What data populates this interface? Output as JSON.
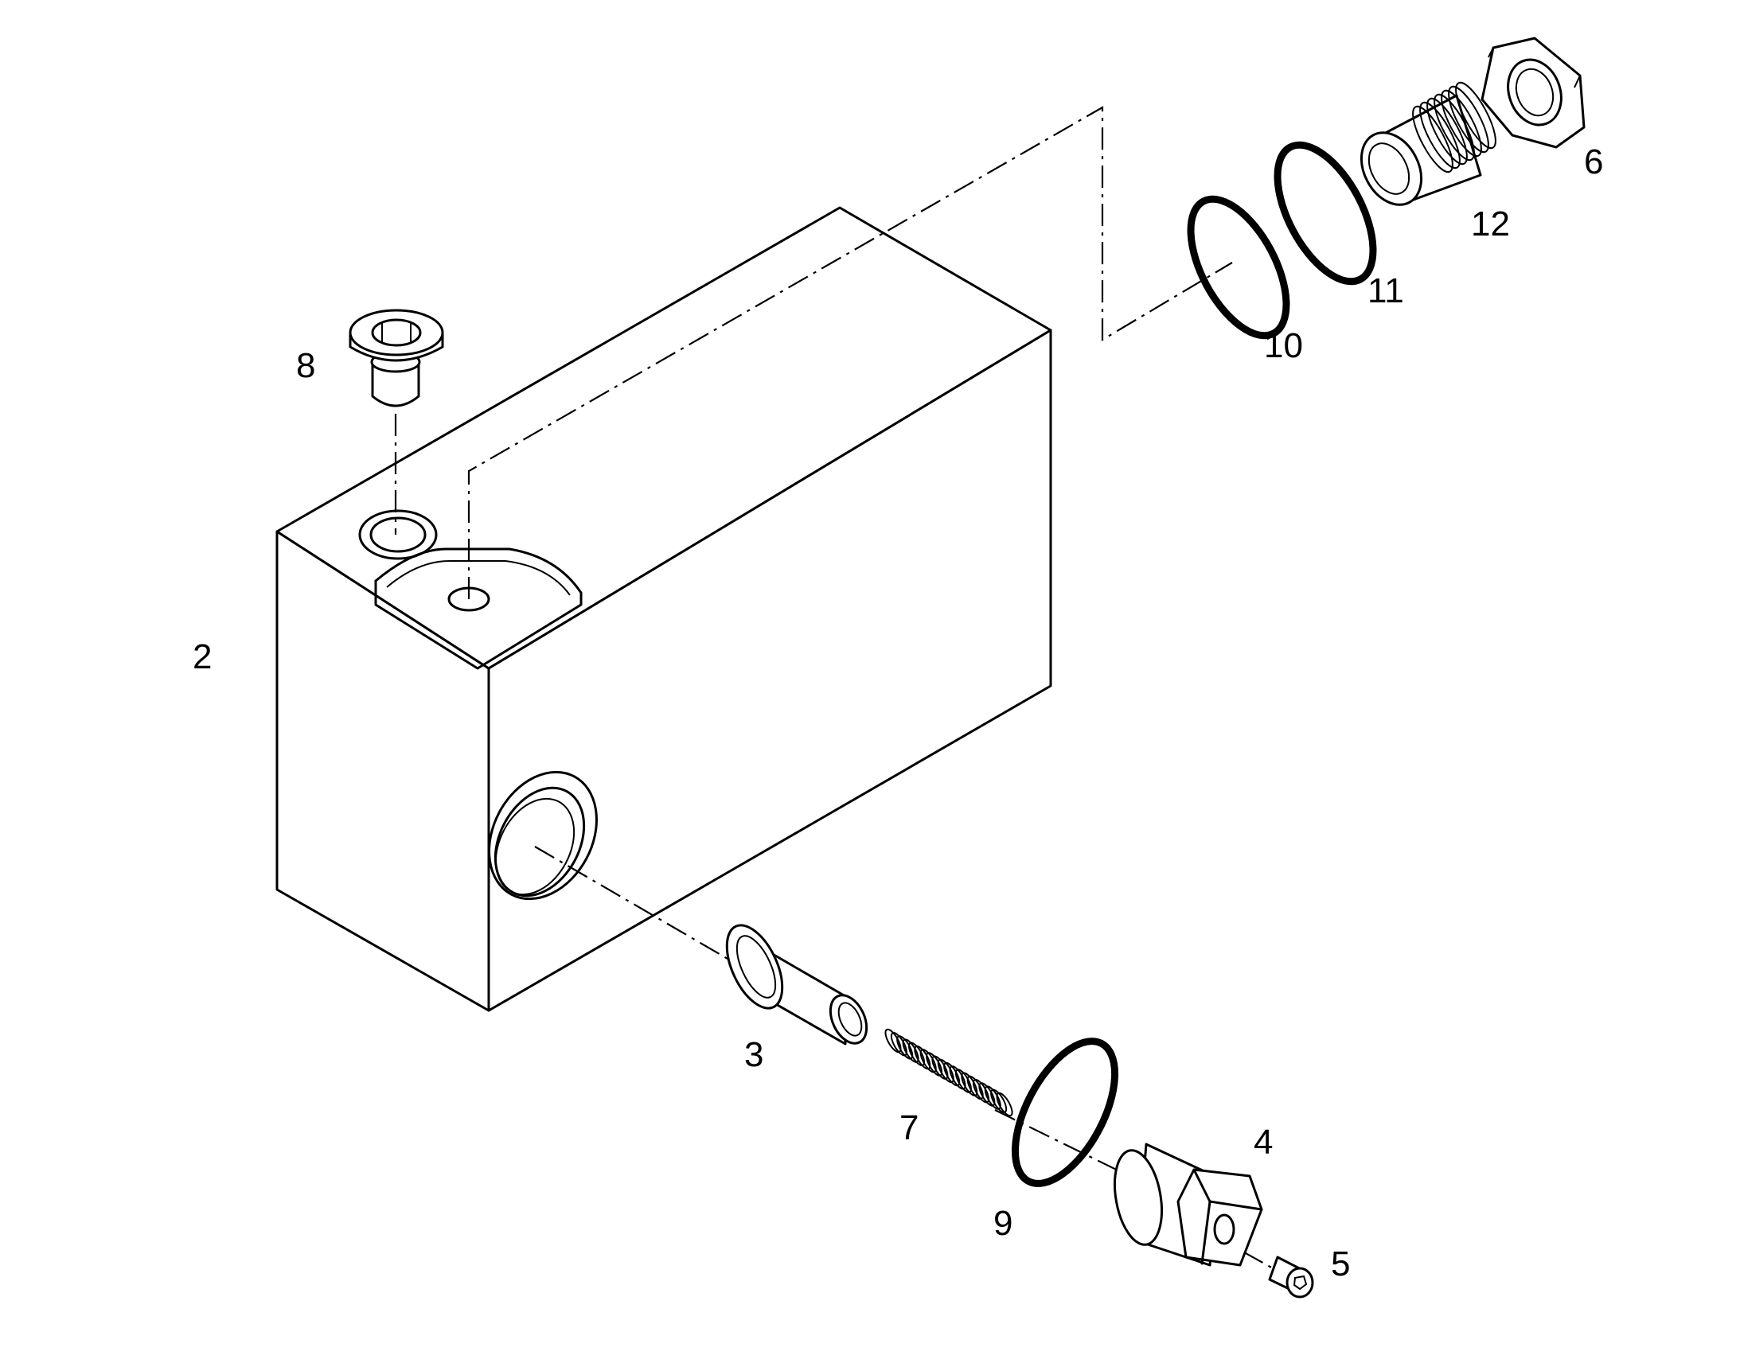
{
  "parts": [
    {
      "id": "2",
      "label": "2"
    },
    {
      "id": "3",
      "label": "3"
    },
    {
      "id": "4",
      "label": "4"
    },
    {
      "id": "5",
      "label": "5"
    },
    {
      "id": "6",
      "label": "6"
    },
    {
      "id": "7",
      "label": "7"
    },
    {
      "id": "8",
      "label": "8"
    },
    {
      "id": "9",
      "label": "9"
    },
    {
      "id": "10",
      "label": "10"
    },
    {
      "id": "11",
      "label": "11"
    },
    {
      "id": "12",
      "label": "12"
    }
  ]
}
